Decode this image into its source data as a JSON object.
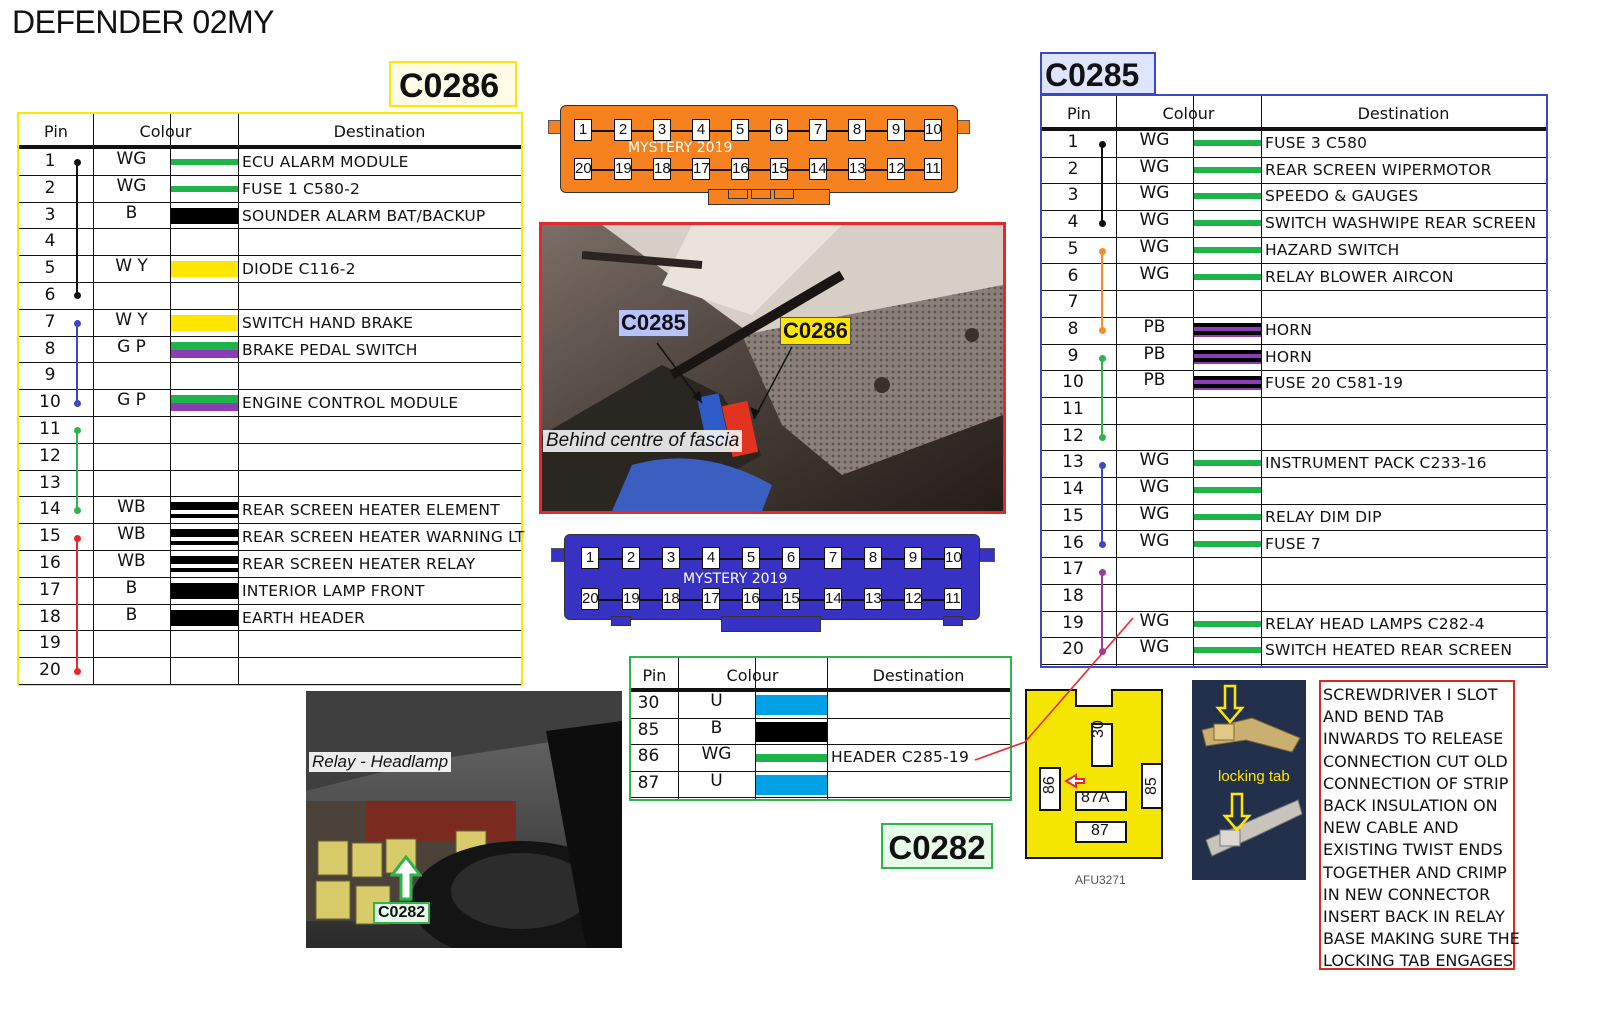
{
  "document": {
    "title": "DEFENDER 02MY"
  },
  "colors": {
    "green": "#1eb44a",
    "yellow": "#ffe600",
    "purple": "#8c3cb4",
    "black": "#000000",
    "blue_wire": "#00a0e6",
    "c0286_border": "#ffe600",
    "c0285_border": "#3c46c8",
    "c0282_border": "#2db44b",
    "orange_connector": "#f5821e",
    "blue_connector": "#3732c3",
    "relay_yellow": "#f5e600",
    "bracket_black": "#111111",
    "bracket_blue": "#3c46c8",
    "bracket_green": "#2db44b",
    "bracket_red": "#e6282d",
    "bracket_orange": "#f58c28",
    "bracket_purple": "#9b3ca5"
  },
  "c0286": {
    "title": "C0286",
    "headers": {
      "pin": "Pin",
      "colour": "Colour",
      "destination": "Destination"
    },
    "rows": [
      {
        "pin": "1",
        "colour": "WG",
        "swatch": "green-white",
        "dest": "ECU ALARM MODULE"
      },
      {
        "pin": "2",
        "colour": "WG",
        "swatch": "green-white",
        "dest": "FUSE 1 C580-2"
      },
      {
        "pin": "3",
        "colour": "B",
        "swatch": "black",
        "dest": "SOUNDER ALARM BAT/BACKUP"
      },
      {
        "pin": "4",
        "colour": "",
        "swatch": "",
        "dest": ""
      },
      {
        "pin": "5",
        "colour": "W Y",
        "swatch": "yellow",
        "dest": "DIODE C116-2"
      },
      {
        "pin": "6",
        "colour": "",
        "swatch": "",
        "dest": ""
      },
      {
        "pin": "7",
        "colour": "W Y",
        "swatch": "yellow",
        "dest": "SWITCH HAND BRAKE"
      },
      {
        "pin": "8",
        "colour": "G P",
        "swatch": "green-purple",
        "dest": "BRAKE PEDAL SWITCH"
      },
      {
        "pin": "9",
        "colour": "",
        "swatch": "",
        "dest": ""
      },
      {
        "pin": "10",
        "colour": "G P",
        "swatch": "green-purple",
        "dest": "ENGINE CONTROL MODULE"
      },
      {
        "pin": "11",
        "colour": "",
        "swatch": "",
        "dest": ""
      },
      {
        "pin": "12",
        "colour": "",
        "swatch": "",
        "dest": ""
      },
      {
        "pin": "13",
        "colour": "",
        "swatch": "",
        "dest": ""
      },
      {
        "pin": "14",
        "colour": "WB",
        "swatch": "black-white",
        "dest": "REAR SCREEN HEATER ELEMENT"
      },
      {
        "pin": "15",
        "colour": "WB",
        "swatch": "black-white",
        "dest": "REAR SCREEN  HEATER WARNING LT"
      },
      {
        "pin": "16",
        "colour": "WB",
        "swatch": "black-white",
        "dest": "REAR SCREEN  HEATER RELAY"
      },
      {
        "pin": "17",
        "colour": "B",
        "swatch": "black",
        "dest": "INTERIOR LAMP FRONT"
      },
      {
        "pin": "18",
        "colour": "B",
        "swatch": "black",
        "dest": "EARTH HEADER"
      },
      {
        "pin": "19",
        "colour": "",
        "swatch": "",
        "dest": ""
      },
      {
        "pin": "20",
        "colour": "",
        "swatch": "",
        "dest": ""
      }
    ]
  },
  "c0285": {
    "title": "C0285",
    "headers": {
      "pin": "Pin",
      "colour": "Colour",
      "destination": "Destination"
    },
    "rows": [
      {
        "pin": "1",
        "colour": "WG",
        "swatch": "green-white",
        "dest": "FUSE 3 C580"
      },
      {
        "pin": "2",
        "colour": "WG",
        "swatch": "green-white",
        "dest": "REAR SCREEN WIPERMOTOR"
      },
      {
        "pin": "3",
        "colour": "WG",
        "swatch": "green-white",
        "dest": "SPEEDO & GAUGES"
      },
      {
        "pin": "4",
        "colour": "WG",
        "swatch": "green-white",
        "dest": "SWITCH WASHWIPE REAR SCREEN"
      },
      {
        "pin": "5",
        "colour": "WG",
        "swatch": "green-white",
        "dest": "HAZARD SWITCH"
      },
      {
        "pin": "6",
        "colour": "WG",
        "swatch": "green-white",
        "dest": "RELAY BLOWER AIRCON"
      },
      {
        "pin": "7",
        "colour": "",
        "swatch": "",
        "dest": ""
      },
      {
        "pin": "8",
        "colour": "PB",
        "swatch": "purple-black",
        "dest": "HORN"
      },
      {
        "pin": "9",
        "colour": "PB",
        "swatch": "purple-black",
        "dest": "HORN"
      },
      {
        "pin": "10",
        "colour": "PB",
        "swatch": "purple-black",
        "dest": "FUSE 20 C581-19"
      },
      {
        "pin": "11",
        "colour": "",
        "swatch": "",
        "dest": ""
      },
      {
        "pin": "12",
        "colour": "",
        "swatch": "",
        "dest": ""
      },
      {
        "pin": "13",
        "colour": "WG",
        "swatch": "green-white",
        "dest": "INSTRUMENT PACK C233-16"
      },
      {
        "pin": "14",
        "colour": "WG",
        "swatch": "green-white",
        "dest": ""
      },
      {
        "pin": "15",
        "colour": "WG",
        "swatch": "green-white",
        "dest": "RELAY DIM DIP"
      },
      {
        "pin": "16",
        "colour": "WG",
        "swatch": "green-white",
        "dest": "FUSE 7"
      },
      {
        "pin": "17",
        "colour": "",
        "swatch": "",
        "dest": ""
      },
      {
        "pin": "18",
        "colour": "",
        "swatch": "",
        "dest": ""
      },
      {
        "pin": "19",
        "colour": "WG",
        "swatch": "green-white",
        "dest": "RELAY HEAD LAMPS C282-4"
      },
      {
        "pin": "20",
        "colour": "WG",
        "swatch": "green-white",
        "dest": "SWITCH HEATED REAR SCREEN"
      }
    ]
  },
  "c0282": {
    "title": "C0282",
    "headers": {
      "pin": "Pin",
      "colour": "Colour",
      "destination": "Destination"
    },
    "rows": [
      {
        "pin": "30",
        "colour": "U",
        "swatch": "blue",
        "dest": ""
      },
      {
        "pin": "85",
        "colour": "B",
        "swatch": "black",
        "dest": ""
      },
      {
        "pin": "86",
        "colour": "WG",
        "swatch": "green-white",
        "dest": "HEADER C285-19"
      },
      {
        "pin": "87",
        "colour": "U",
        "swatch": "blue",
        "dest": ""
      }
    ]
  },
  "connectors": {
    "top_pins": [
      "1",
      "2",
      "3",
      "4",
      "5",
      "6",
      "7",
      "8",
      "9",
      "10"
    ],
    "bottom_pins": [
      "20",
      "19",
      "18",
      "17",
      "16",
      "15",
      "14",
      "13",
      "12",
      "11"
    ],
    "orange_label": "MYSTERY 2019",
    "blue_label": "MYSTERY 2019"
  },
  "photo_fascia": {
    "label_c0285": "C0285",
    "label_c0286": "C0286",
    "caption": "Behind centre of fascia"
  },
  "photo_relay": {
    "caption": "Relay - Headlamp",
    "label": "C0282"
  },
  "relay_base": {
    "pins": [
      "30",
      "86",
      "87A",
      "85",
      "87"
    ],
    "code": "AFU3271"
  },
  "terminal_photo": {
    "label": "locking tab"
  },
  "instructions": {
    "lines": [
      "SCREWDRIVER I SLOT",
      "AND BEND TAB",
      "INWARDS TO RELEASE",
      "CONNECTION  CUT OLD",
      "CONNECTION  OF STRIP",
      "BACK INSULATION ON",
      "NEW CABLE AND",
      "EXISTING TWIST ENDS",
      "TOGETHER AND CRIMP",
      "IN NEW  CONNECTOR",
      "INSERT BACK IN RELAY",
      "BASE  MAKING SURE THE",
      "LOCKING TAB ENGAGES"
    ]
  }
}
